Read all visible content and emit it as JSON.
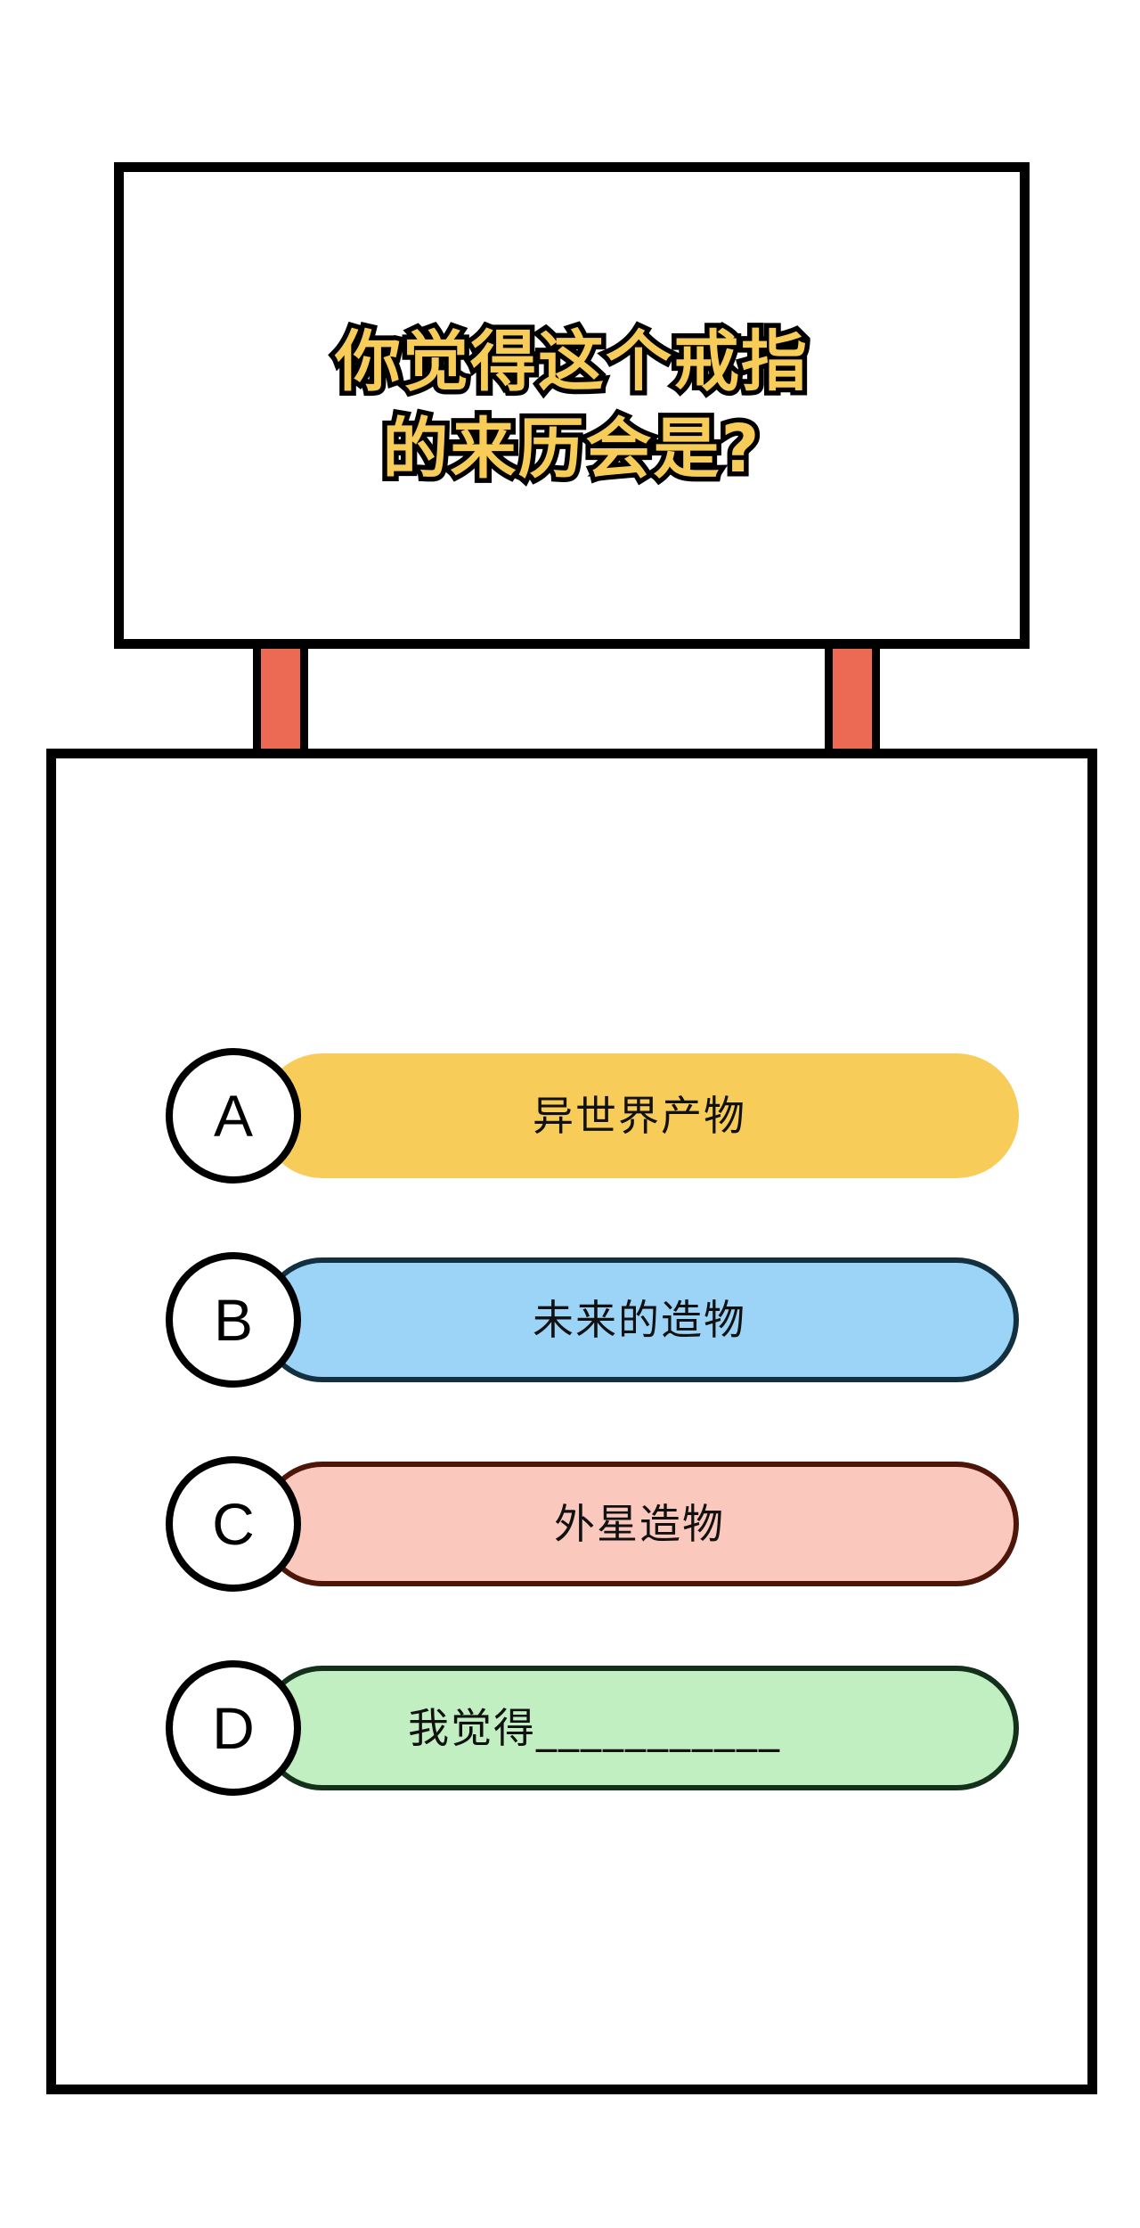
{
  "question": {
    "line1": "你觉得这个戒指",
    "line2": "的来历会是?",
    "text_color": "#F7CC58",
    "outline_color": "#000000"
  },
  "connector": {
    "color": "#EC6A53",
    "border_color": "#000000"
  },
  "options": [
    {
      "letter": "A",
      "text": "异世界产物",
      "fill": "#F7CC58",
      "border": "",
      "has_border": false,
      "align": "center"
    },
    {
      "letter": "B",
      "text": "未来的造物",
      "fill": "#9CD4F8",
      "border": "#123040",
      "has_border": true,
      "align": "center"
    },
    {
      "letter": "C",
      "text": "外星造物",
      "fill": "#FBC8BE",
      "border": "#4E1509",
      "has_border": true,
      "align": "center"
    },
    {
      "letter": "D",
      "text": "我觉得___________",
      "fill": "#C2EFC2",
      "border": "#12301A",
      "has_border": true,
      "align": "left"
    }
  ],
  "theme": {
    "page_background": "#FFFFFF",
    "panel_background": "#FFFFFF",
    "panel_border": "#000000"
  }
}
